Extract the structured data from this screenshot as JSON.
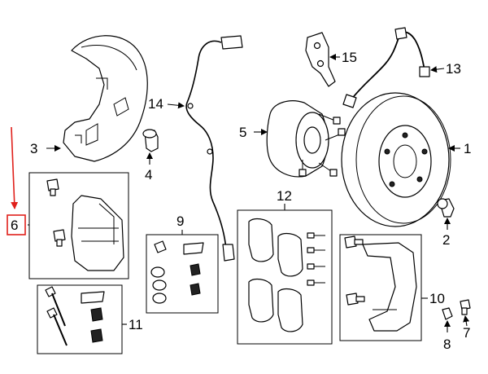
{
  "diagram": {
    "callouts": {
      "c1": "1",
      "c2": "2",
      "c3": "3",
      "c4": "4",
      "c5": "5",
      "c6": "6",
      "c7": "7",
      "c8": "8",
      "c9": "9",
      "c10": "10",
      "c11": "11",
      "c12": "12",
      "c13": "13",
      "c14": "14",
      "c15": "15"
    },
    "highlight_color": "#e0201b",
    "line_color": "#000000"
  }
}
